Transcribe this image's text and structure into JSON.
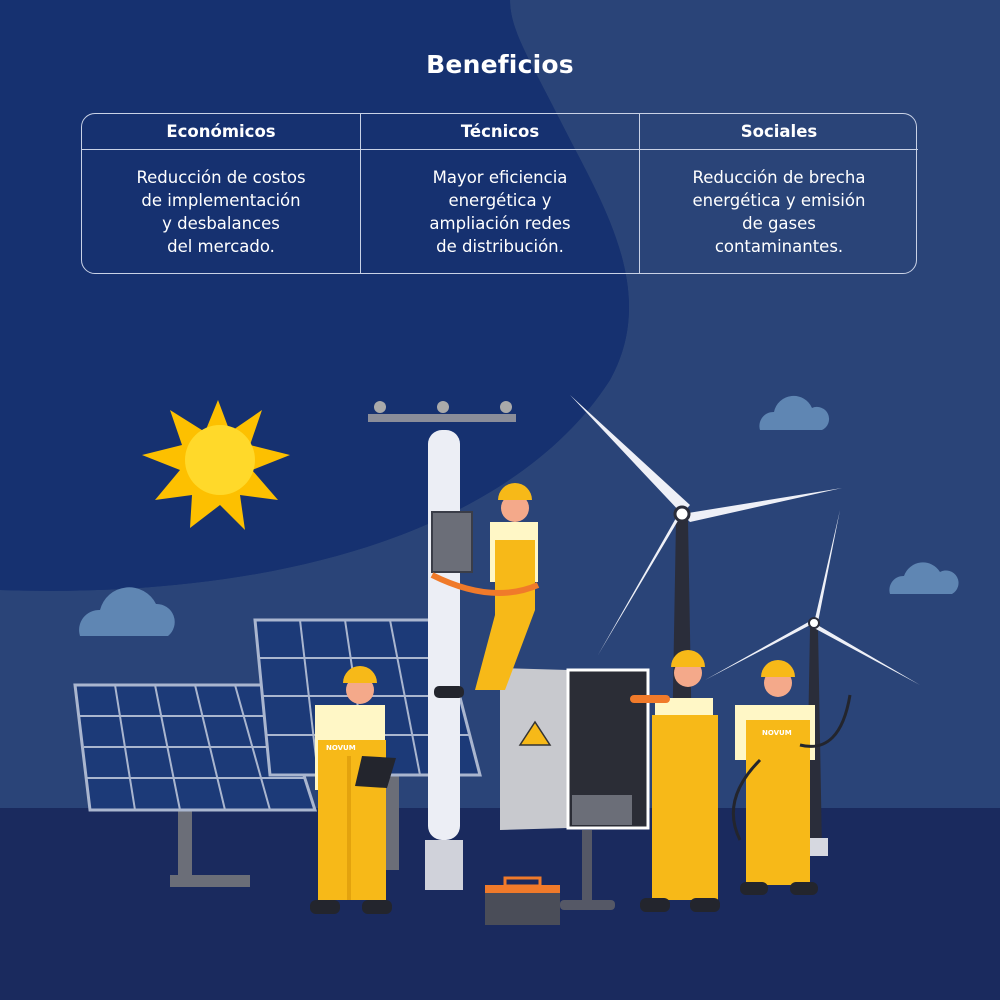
{
  "title": "Beneficios",
  "table": {
    "columns": [
      {
        "header": "Económicos",
        "text": "Reducción de costos\nde implementación\ny desbalances\ndel mercado."
      },
      {
        "header": "Técnicos",
        "text": "Mayor eficiencia\nenergética y\nampliación redes\nde distribución."
      },
      {
        "header": "Sociales",
        "text": "Reducción de brecha\nenergética y emisión\nde gases\ncontaminantes."
      }
    ]
  },
  "illustration": {
    "logo_text": "NOVUM",
    "colors": {
      "background": "#163170",
      "background_light": "#2a4478",
      "ground": "#1a2a5e",
      "suit": "#f7b918",
      "sun": "#fdd000",
      "cloud": "#5f86b3"
    }
  }
}
